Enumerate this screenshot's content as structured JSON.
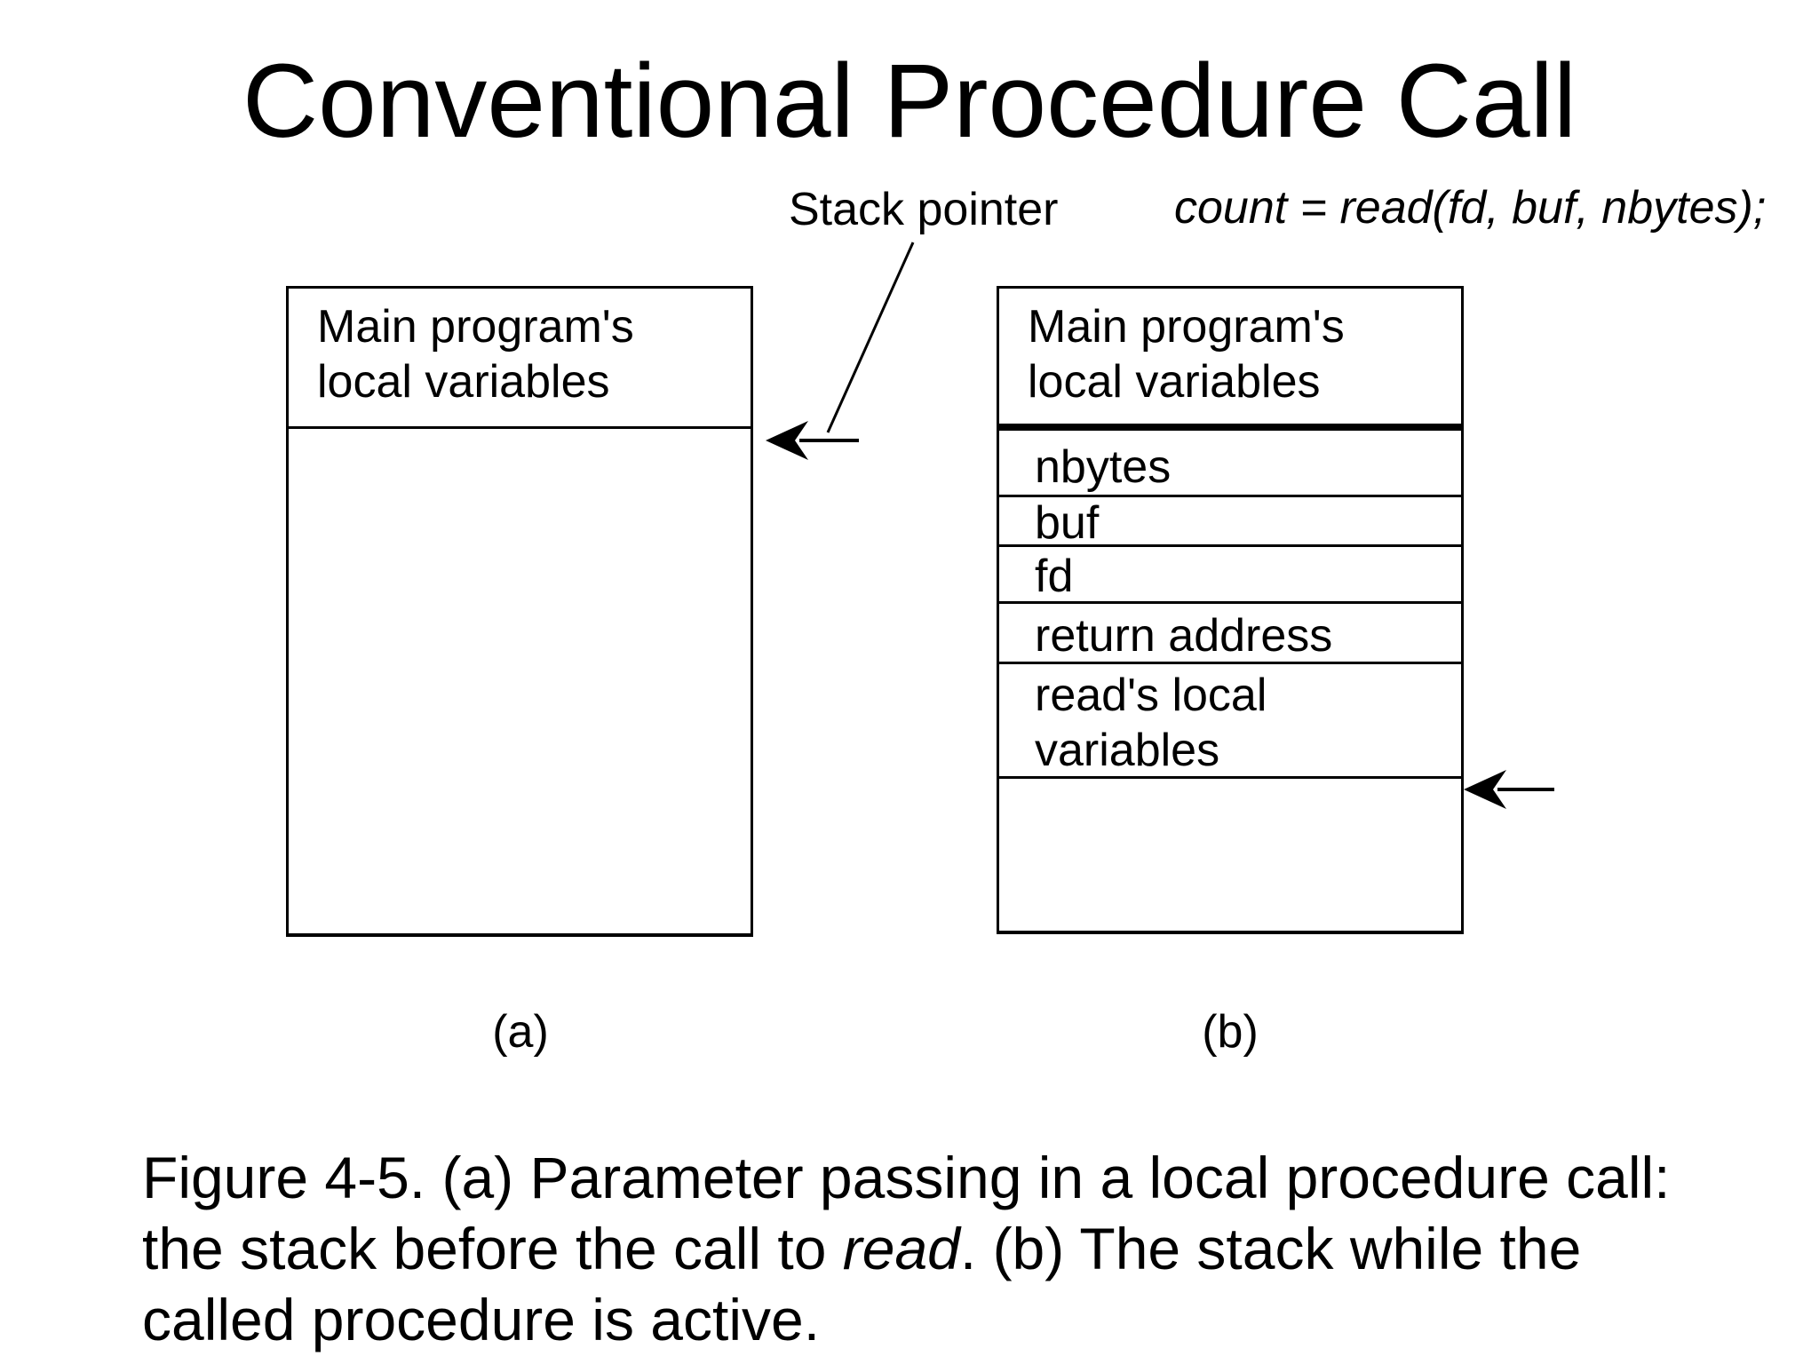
{
  "title": "Conventional Procedure Call",
  "annotations": {
    "stack_pointer": "Stack pointer",
    "code": "count = read(fd, buf, nbytes);"
  },
  "stack_a": {
    "top_cell": "Main program's\nlocal variables",
    "sub_label": "(a)"
  },
  "stack_b": {
    "top_cell": "Main program's\nlocal variables",
    "rows": [
      "nbytes",
      "buf",
      "fd",
      "return address",
      "read's local\nvariables"
    ],
    "sub_label": "(b)"
  },
  "caption": {
    "before_italic": "Figure 4-5. (a) Parameter passing in a local procedure call: the stack before the call to ",
    "italic": "read",
    "after_italic": ". (b) The stack while the called procedure is active."
  },
  "colors": {
    "ink": "#000000",
    "background": "#ffffff"
  }
}
